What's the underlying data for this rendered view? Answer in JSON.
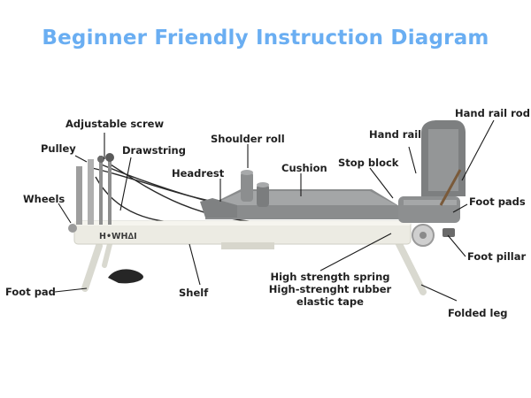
{
  "title": "Beginner Friendly Instruction Diagram",
  "brand_logo": "H•WH∆I",
  "colors": {
    "title": "#6aaef2",
    "leader": "#1a1a1a",
    "frame": "#ecebe3",
    "cushion": "#8a8c8d",
    "cushion_top": "#a4a6a7",
    "metal": "#b9b9b9"
  },
  "labels": {
    "adjustable_screw": "Adjustable screw",
    "pulley": "Pulley",
    "drawstring": "Drawstring",
    "shoulder_roll": "Shoulder roll",
    "headrest": "Headrest",
    "cushion": "Cushion",
    "stop_block": "Stop block",
    "hand_rail": "Hand rail",
    "hand_rail_rod": "Hand rail rod",
    "wheels": "Wheels",
    "foot_pads": "Foot pads",
    "foot_pillar": "Foot pillar",
    "foot_pad": "Foot pad",
    "shelf": "Shelf",
    "spring_line1": "High strength spring",
    "spring_line2": "High-strenght rubber",
    "spring_line3": "elastic tape",
    "folded_leg": "Folded leg"
  }
}
